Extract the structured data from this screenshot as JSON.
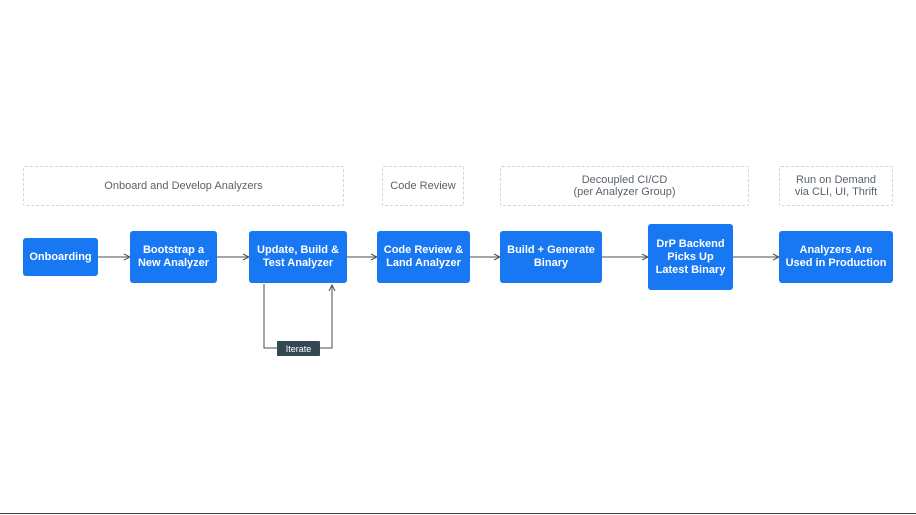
{
  "stages": [
    {
      "label": "Onboard and Develop Analyzers"
    },
    {
      "label": "Code Review"
    },
    {
      "label": "Decoupled CI/CD\n(per Analyzer Group)"
    },
    {
      "label": "Run on Demand\nvia CLI, UI, Thrift"
    }
  ],
  "nodes": [
    {
      "label": "Onboarding"
    },
    {
      "label": "Bootstrap a\nNew Analyzer"
    },
    {
      "label": "Update, Build &\nTest Analyzer"
    },
    {
      "label": "Code Review &\nLand Analyzer"
    },
    {
      "label": "Build + Generate\nBinary"
    },
    {
      "label": "DrP Backend\nPicks Up\nLatest Binary"
    },
    {
      "label": "Analyzers Are\nUsed in Production"
    }
  ],
  "loop": {
    "label": "Iterate"
  },
  "colors": {
    "node": "#1877f2",
    "iterate": "#344854",
    "stage_border": "#d2d6da"
  }
}
